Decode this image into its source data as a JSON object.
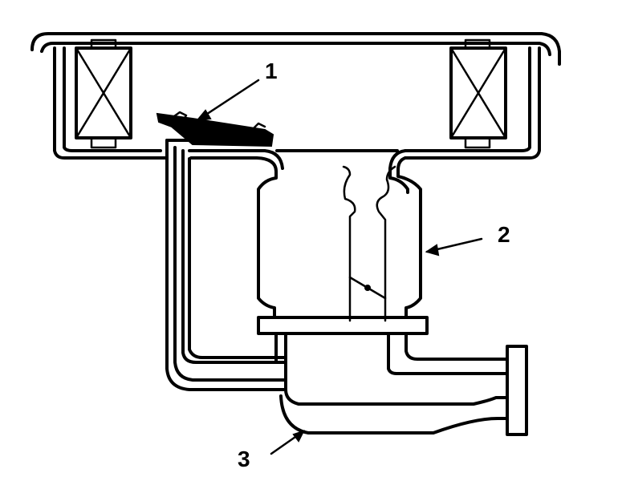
{
  "callouts": {
    "c1": "1",
    "c2": "2",
    "c3": "3"
  },
  "colors": {
    "ink": "#000000",
    "paper": "#ffffff"
  }
}
